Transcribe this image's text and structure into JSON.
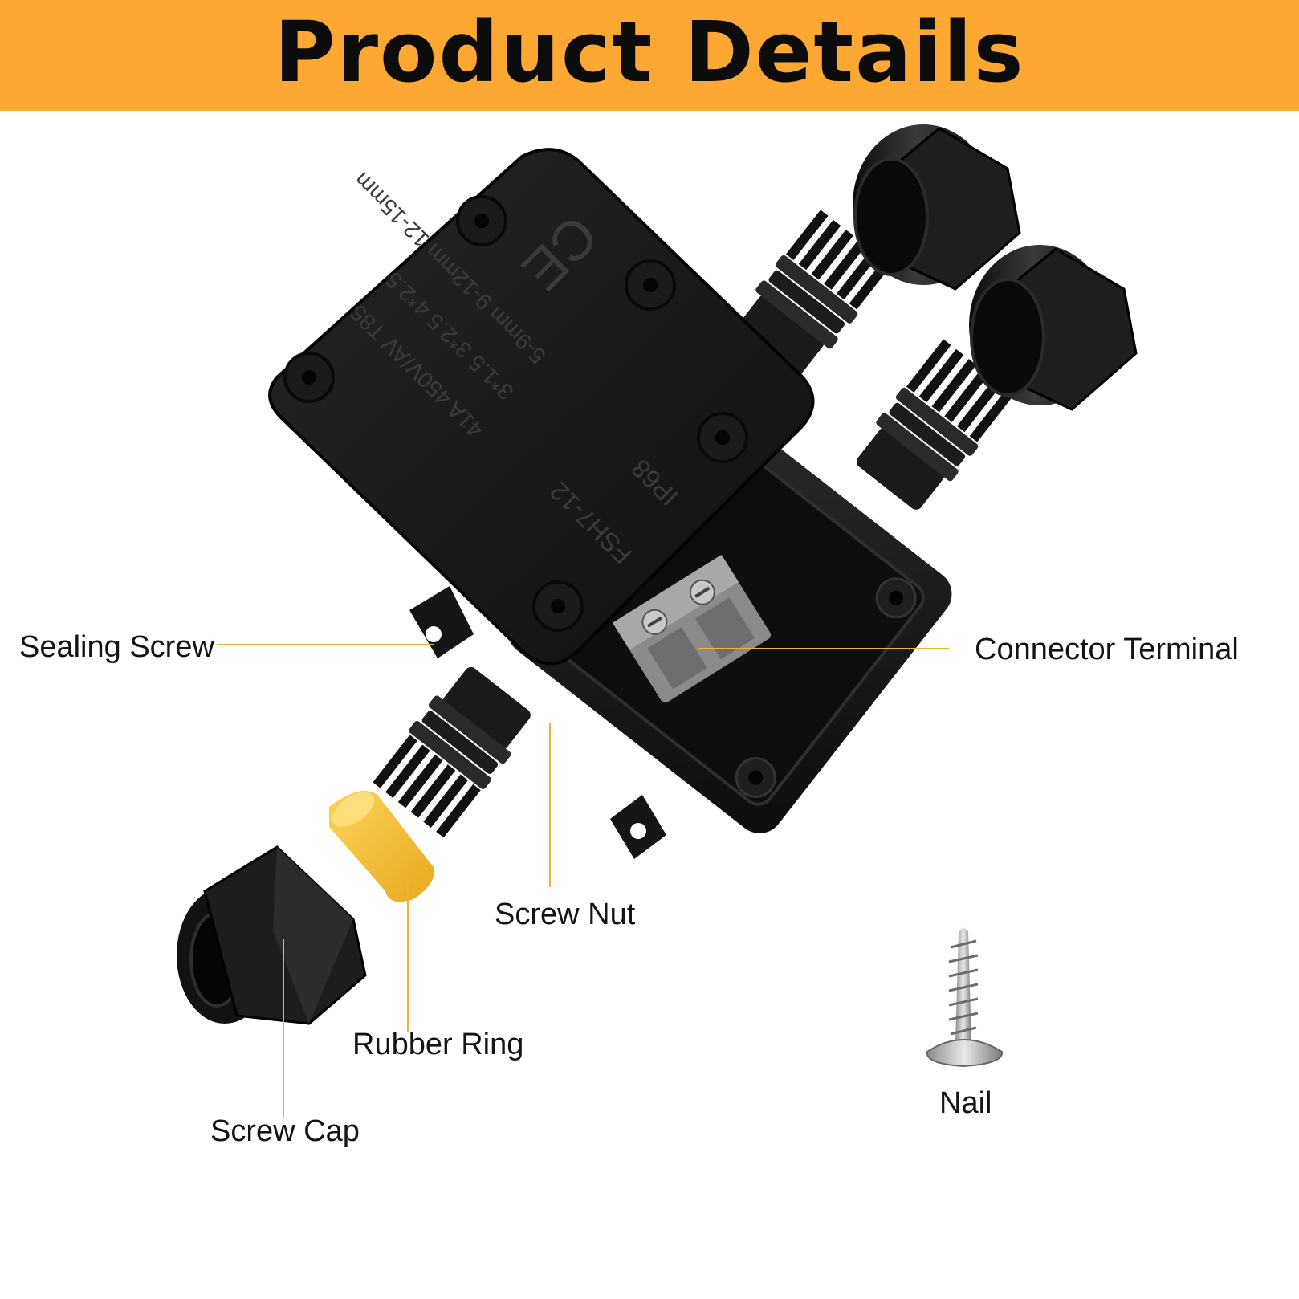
{
  "header": {
    "title": "Product Details",
    "background": "#fca833"
  },
  "box_markings": {
    "spec_line_1": "5-9mm 9-12mm 12-15mm",
    "spec_line_2": "3*1.5 3*2.5 4*2.5",
    "spec_line_3": "41A 450V/AV T85",
    "rating": "IP68",
    "model": "FSH7-12",
    "cert": "CE"
  },
  "callouts": {
    "sealing_screw": "Sealing Screw",
    "connector_terminal": "Connector Terminal",
    "screw_nut": "Screw Nut",
    "rubber_ring": "Rubber Ring",
    "screw_cap": "Screw Cap",
    "nail": "Nail"
  },
  "colors": {
    "leader_line": "#f0b13a",
    "rubber_ring": "#fbc02d",
    "plastic": "#141414"
  }
}
